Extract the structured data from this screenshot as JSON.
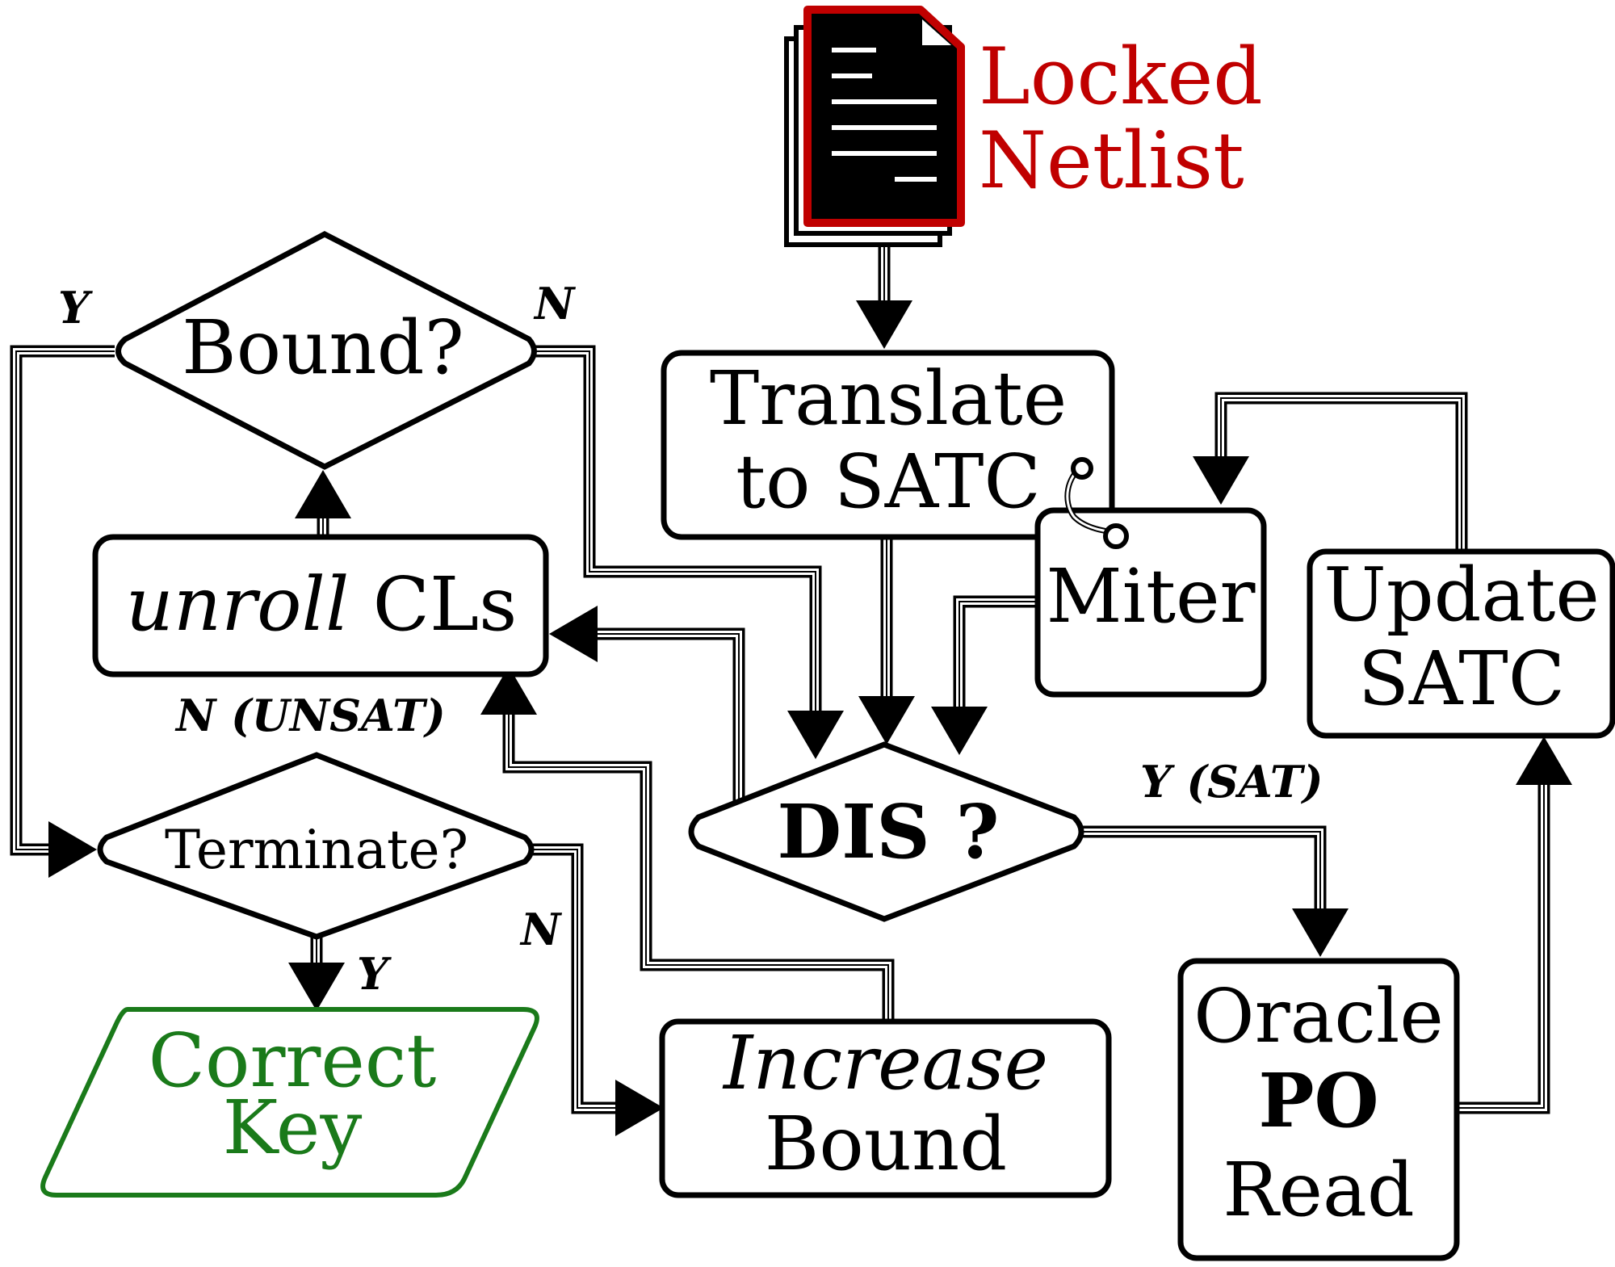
{
  "nodes": {
    "locked_netlist": {
      "line1": "Locked",
      "line2": "Netlist"
    },
    "translate": {
      "line1": "Translate",
      "line2": "to SATC"
    },
    "miter": {
      "label": "Miter"
    },
    "update": {
      "line1": "Update",
      "line2": "SATC"
    },
    "bound": {
      "label": "Bound?"
    },
    "unroll": {
      "italic": "unroll",
      "rest": " CLs"
    },
    "terminate": {
      "label": "Terminate?"
    },
    "dis": {
      "label": "DIS ?"
    },
    "correct_key": {
      "line1": "Correct",
      "line2": "Key"
    },
    "increase": {
      "line1": "Increase",
      "line2": "Bound"
    },
    "oracle": {
      "line1": "Oracle",
      "line2": "PO",
      "line3": "Read"
    }
  },
  "edge_labels": {
    "bound_yes": "Y",
    "bound_no": "N",
    "terminate_no_unsat": "N (UNSAT)",
    "terminate_yes": "Y",
    "dis_no": "N",
    "dis_yes_sat": "Y (SAT)"
  },
  "colors": {
    "netlist": "#c00000",
    "correct_key": "#1a7a1a",
    "stroke": "#000000"
  }
}
